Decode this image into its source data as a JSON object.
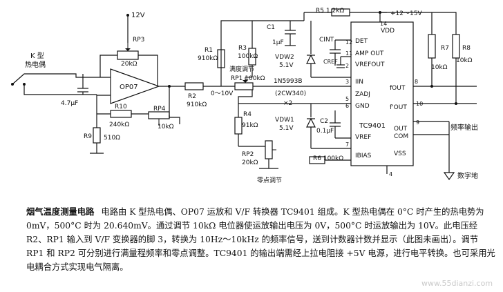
{
  "circuit": {
    "thermocouple_label_1": "K 型",
    "thermocouple_label_2": "热电偶",
    "opamp": "OP07",
    "rp3_label": "RP3",
    "rp3_value": "20kΩ",
    "supply_12v": "12V",
    "cap_4u7": "4.7μF",
    "r9": "R9",
    "r9_value": "510Ω",
    "r10": "R10",
    "r10_value": "240kΩ",
    "rp4": "RP4",
    "rp4_value": "10kΩ",
    "r1": "R1",
    "r1_value": "910kΩ",
    "r2": "R2",
    "r2_value": "910kΩ",
    "range_0_10v": "0～10V",
    "r3": "R3",
    "r3_value": "100kΩ",
    "full_scale_adj": "满度调节",
    "rp1": "RP1 100kΩ",
    "c1": "C1",
    "c1_value": "1μF",
    "vdw2": "VDW2",
    "vdw2_v": "5.1V",
    "diode": "1N5993B",
    "zener_pair": "(2CW340)",
    "x2": "×2",
    "r4": "R4",
    "r4_value": "91kΩ",
    "vdw1": "VDW1",
    "vdw1_v": "5.1V",
    "c2": "C2",
    "c2_value": "0.1μF",
    "rp2": "RP2",
    "rp2_value": "20kΩ",
    "r6": "R6 100kΩ",
    "zero_adj": "零点调节",
    "r5": "R5 1.2kΩ",
    "supply_range": "+12～15V",
    "vdd": "VDD",
    "cint": "CINT",
    "cref": "CREF",
    "ic": "TC9401",
    "pin_det": "DET",
    "pin_ampout": "AMP OUT",
    "pin_vrefout": "VREFOUT",
    "pin_iin": "IIN",
    "pin_zadj": "ZADJ",
    "pin_gnd": "GND",
    "pin_vref": "VREF",
    "pin_ibias": "IBIAS",
    "pin_vss": "VSS",
    "pin_fout": "fOUT",
    "pin_fout2": "f'OUT",
    "pin_outcom_1": "OUT",
    "pin_outcom_2": "COM",
    "pins": [
      "14",
      "12",
      "11",
      "2",
      "3",
      "5",
      "6",
      "7",
      "8",
      "4",
      "10",
      "9"
    ],
    "r7": "R7",
    "r7_value": "10kΩ",
    "r8": "R8",
    "r8_value": "10kΩ",
    "freq_out": "频率输出",
    "digital_gnd": "数字地"
  },
  "caption": {
    "title": "烟气温度测量电路",
    "body": "电路由 K 型热电偶、OP07 运放和 V/F 转换器 TC9401 组成。K 型热电偶在 0°C 时产生的热电势为 0mV，500°C 时为 20.640mV。通过调节 10kΩ 电位器使运放输出电压为 0V，500°C 时运放输出为 10V。此电压经 R2、RP1 输入到 V/F 变换器的脚 3，转换为 10Hz～10kHz 的频率信号，送到计数器计数并显示（此图未画出）。调节 RP1 和 RP2 可分别进行满量程频率和零点调整。TC9401 的输出端需经上拉电阻接 +5V 电源，进行电平转换。也可采用光电耦合方式实现电气隔离。"
  },
  "watermark": "www.55dianzi.com"
}
